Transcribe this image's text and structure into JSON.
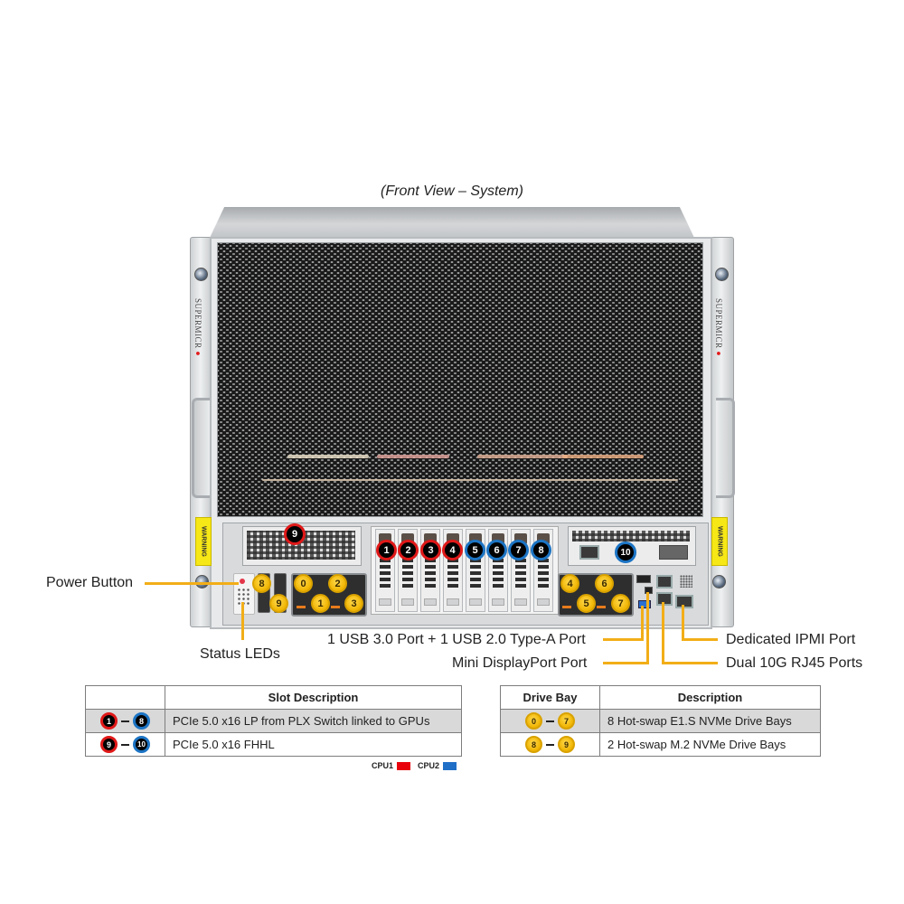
{
  "title": "(Front View – System)",
  "chassis": {
    "brand_vertical": "SUPERMICR",
    "warning_label": "WARNING"
  },
  "pcie_slots": [
    {
      "n": "1",
      "cpu": "CPU1"
    },
    {
      "n": "2",
      "cpu": "CPU1"
    },
    {
      "n": "3",
      "cpu": "CPU1"
    },
    {
      "n": "4",
      "cpu": "CPU1"
    },
    {
      "n": "5",
      "cpu": "CPU2"
    },
    {
      "n": "6",
      "cpu": "CPU2"
    },
    {
      "n": "7",
      "cpu": "CPU2"
    },
    {
      "n": "8",
      "cpu": "CPU2"
    },
    {
      "n": "9",
      "cpu": "CPU1"
    },
    {
      "n": "10",
      "cpu": "CPU2"
    }
  ],
  "drive_bays": [
    "0",
    "1",
    "2",
    "3",
    "4",
    "5",
    "6",
    "7",
    "8",
    "9"
  ],
  "callouts": {
    "power_button": "Power Button",
    "status_leds": "Status LEDs",
    "usb": "1 USB 3.0 Port + 1 USB 2.0 Type-A Port",
    "mini_dp": "Mini DisplayPort Port",
    "ipmi": "Dedicated IPMI Port",
    "rj45": "Dual 10G RJ45 Ports"
  },
  "slot_table": {
    "headers": [
      "",
      "Slot Description"
    ],
    "rows": [
      {
        "from": "1",
        "to": "8",
        "from_color": "red",
        "to_color": "blue",
        "description": "PCIe 5.0 x16 LP from PLX Switch linked to GPUs"
      },
      {
        "from": "9",
        "to": "10",
        "from_color": "red",
        "to_color": "blue",
        "description": "PCIe 5.0 x16 FHHL"
      }
    ],
    "legend": [
      {
        "label": "CPU1",
        "color": "#e8000b"
      },
      {
        "label": "CPU2",
        "color": "#1f6fc7"
      }
    ]
  },
  "drive_table": {
    "headers": [
      "Drive Bay",
      "Description"
    ],
    "rows": [
      {
        "from": "0",
        "to": "7",
        "description": "8 Hot-swap E1.S NVMe Drive Bays"
      },
      {
        "from": "8",
        "to": "9",
        "description": "2 Hot-swap M.2 NVMe Drive Bays"
      }
    ]
  },
  "colors": {
    "cpu1_red": "#e01818",
    "cpu2_blue": "#1c74c4",
    "drive_gold": "#f0b400",
    "leader_line": "#f2ae18",
    "warning_yellow": "#f6e716"
  }
}
